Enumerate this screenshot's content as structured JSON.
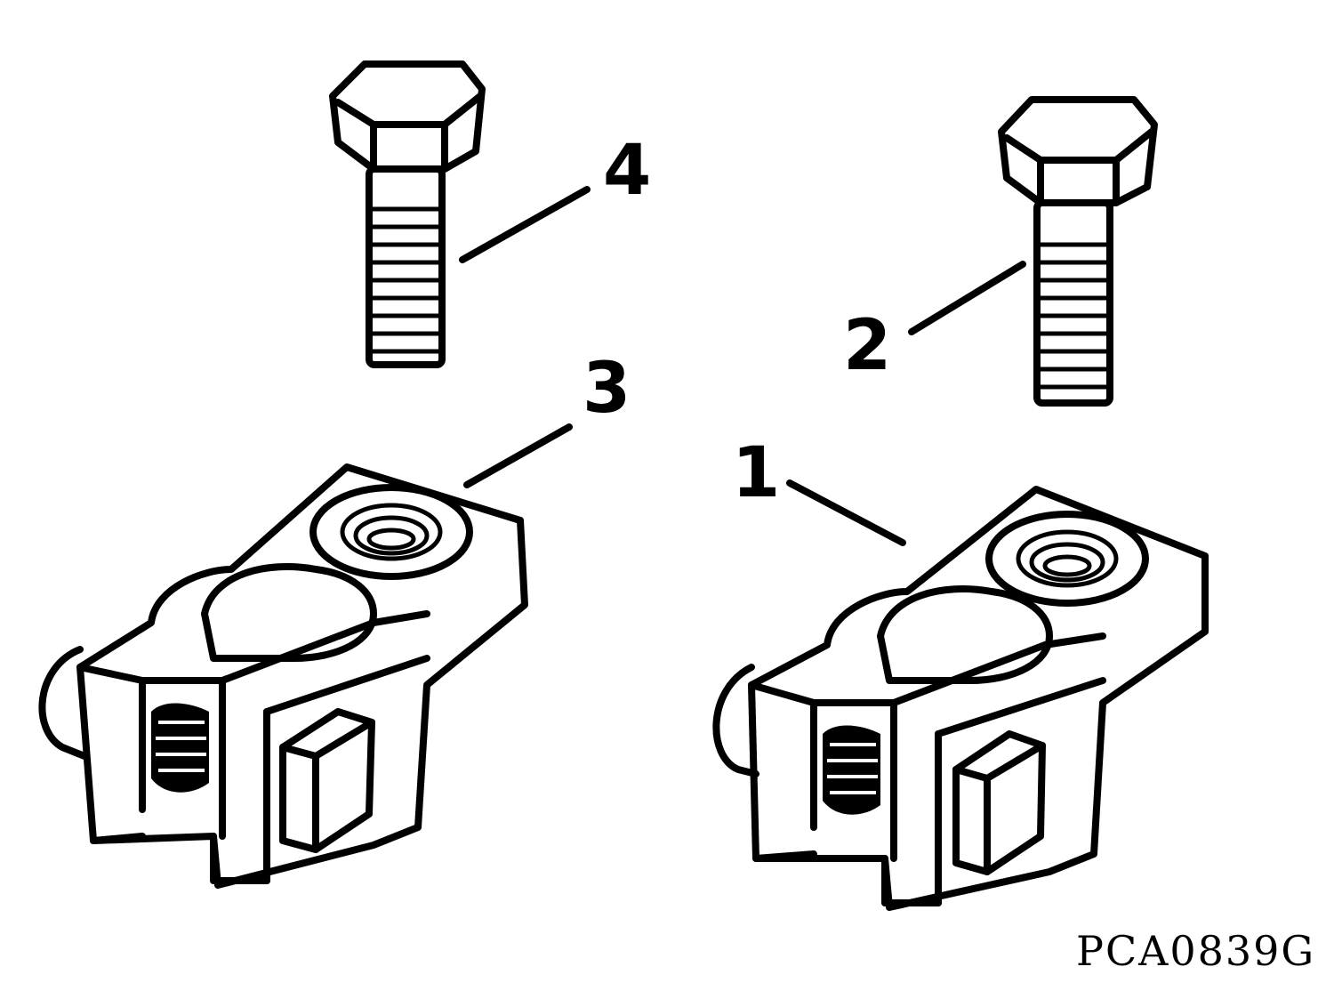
{
  "figure_id": "PCA0839G",
  "callouts": [
    {
      "num": "1",
      "part": "terminal-clamp-right"
    },
    {
      "num": "2",
      "part": "bolt-right"
    },
    {
      "num": "3",
      "part": "terminal-clamp-left"
    },
    {
      "num": "4",
      "part": "bolt-left"
    }
  ],
  "colors": {
    "ink": "#000000",
    "paper": "#ffffff"
  }
}
